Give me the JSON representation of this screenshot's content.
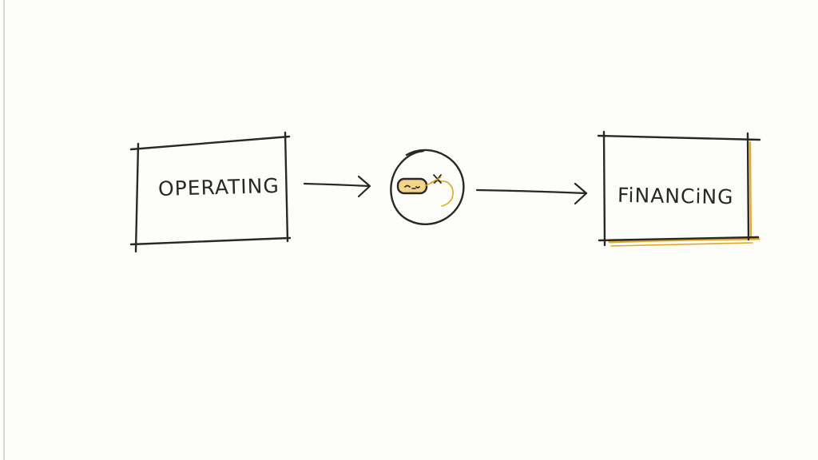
{
  "diagram": {
    "nodes": [
      {
        "id": "operating",
        "label": "OPERATING"
      },
      {
        "id": "cash-coin",
        "label": ""
      },
      {
        "id": "financing",
        "label": "FiNANCiNG"
      }
    ],
    "edges": [
      {
        "from": "operating",
        "to": "cash-coin"
      },
      {
        "from": "cash-coin",
        "to": "financing"
      }
    ]
  },
  "colors": {
    "ink": "#2a2826",
    "accent": "#e3a822",
    "paper": "#fdfdf9"
  },
  "icons": {
    "center": "coin-with-spark-icon"
  }
}
